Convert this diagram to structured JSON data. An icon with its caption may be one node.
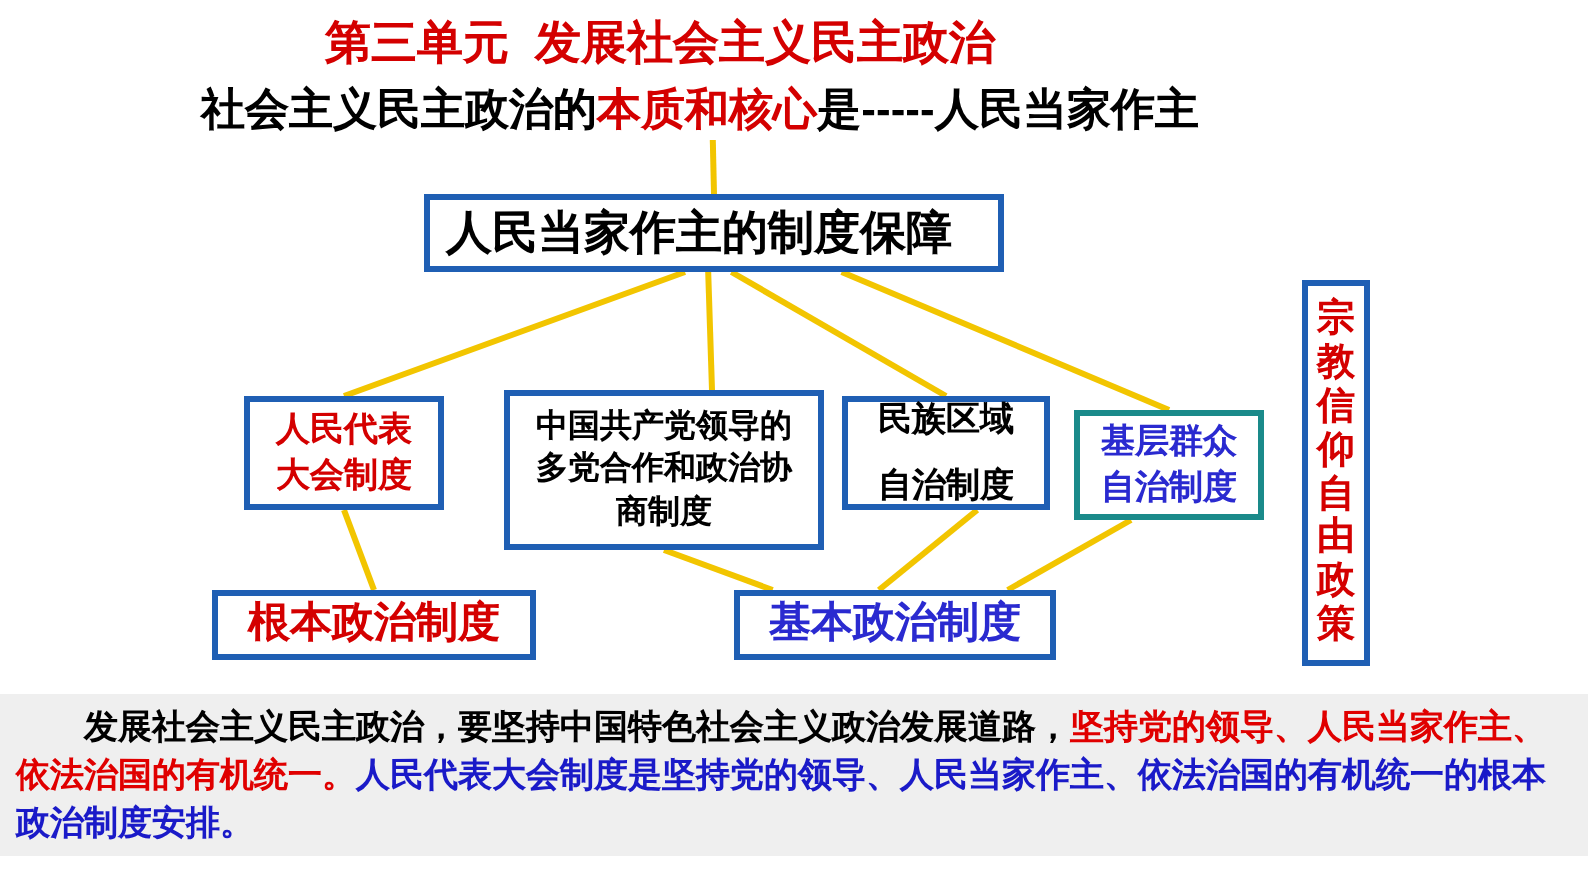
{
  "diagram": {
    "title": "第三单元  发展社会主义民主政治",
    "nodes": [
      {
        "text": [
          "社会主义民主政治的**本质和核心**是-----人民当家作主"
        ]
      },
      {
        "text": [
          "人民当家作主的制度保障"
        ]
      },
      {
        "text": [
          "人民代表大会制度"
        ]
      },
      {
        "text": [
          "中国共产党领导的多党合作和政治协商制度"
        ]
      },
      {
        "text": [
          "民族区域自治制度"
        ]
      },
      {
        "text": [
          "基层群众自治制度"
        ]
      },
      {
        "text": [
          "根本政治制度"
        ]
      },
      {
        "text": [
          "基本政治制度"
        ]
      },
      {
        "text": [
          "宗教信仰自由政策"
        ]
      }
    ],
    "edges": [
      {
        "from": 0,
        "to": 1,
        "arrow": "none"
      },
      {
        "from": 1,
        "to": 2,
        "arrow": "none"
      },
      {
        "from": 1,
        "to": 3,
        "arrow": "none"
      },
      {
        "from": 1,
        "to": 4,
        "arrow": "none"
      },
      {
        "from": 1,
        "to": 5,
        "arrow": "none"
      },
      {
        "from": 2,
        "to": 6,
        "arrow": "none"
      },
      {
        "from": 3,
        "to": 7,
        "arrow": "none"
      },
      {
        "from": 4,
        "to": 7,
        "arrow": "none"
      },
      {
        "from": 5,
        "to": 7,
        "arrow": "none"
      }
    ],
    "labels": [
      "发展社会主义民主政治，要坚持中国特色社会主义政治发展道路，**坚持党的领导、人民当家作主、依法治国的有机统一。**",
      "人民代表大会制度是坚持党的领导、人民当家作主、依法治国的有机统一的根本政治制度安排。"
    ]
  }
}
